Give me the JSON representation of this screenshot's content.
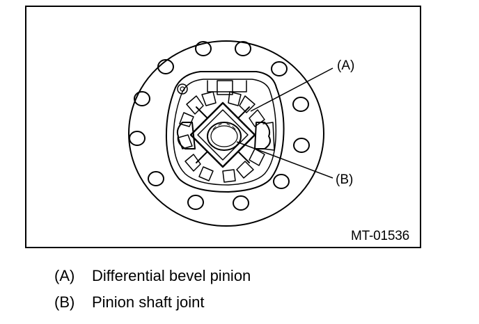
{
  "diagram": {
    "callouts": [
      {
        "key": "(A)"
      },
      {
        "key": "(B)"
      }
    ],
    "figure_code": "MT-01536"
  },
  "legend": [
    {
      "key": "(A)",
      "label": "Differential bevel pinion"
    },
    {
      "key": "(B)",
      "label": "Pinion shaft joint"
    }
  ]
}
